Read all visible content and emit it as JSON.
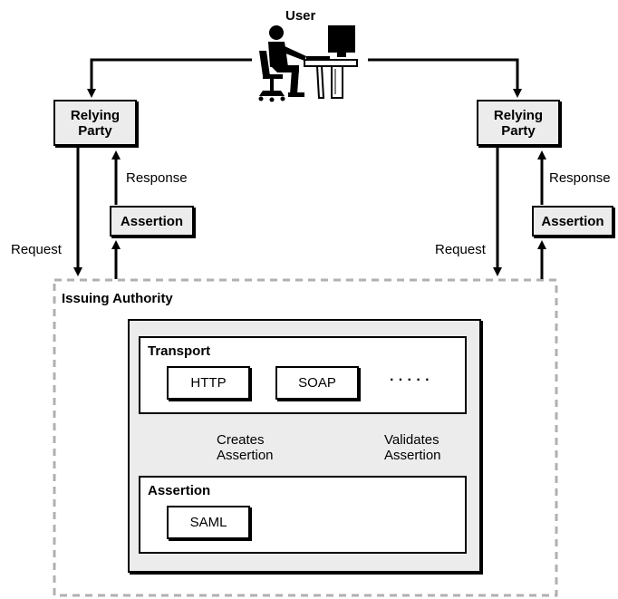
{
  "user": {
    "label": "User"
  },
  "left_party": {
    "relying_party": "Relying\nParty",
    "response": "Response",
    "assertion": "Assertion",
    "request": "Request"
  },
  "right_party": {
    "relying_party": "Relying\nParty",
    "response": "Response",
    "assertion": "Assertion",
    "request": "Request"
  },
  "issuing_authority": {
    "label": "Issuing Authority",
    "transport": {
      "label": "Transport",
      "items": [
        "HTTP",
        "SOAP"
      ],
      "ellipsis": "· · · · ·"
    },
    "creates": "Creates\nAssertion",
    "validates": "Validates\nAssertion",
    "assertion": {
      "label": "Assertion",
      "items": [
        "SAML"
      ]
    }
  },
  "colors": {
    "box_fill": "#ececec",
    "dashed": "#b0b0b0",
    "stroke": "#000000"
  }
}
